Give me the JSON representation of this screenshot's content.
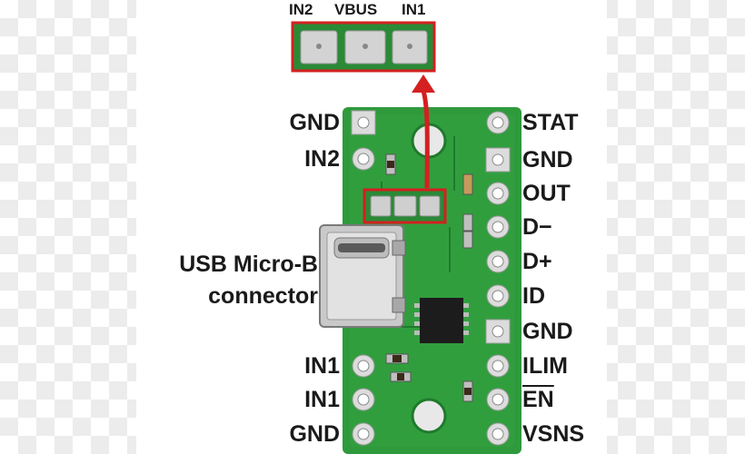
{
  "jumper_labels": [
    "IN2",
    "VBUS",
    "IN1"
  ],
  "left_pins": [
    "GND",
    "IN2",
    "IN1",
    "IN1",
    "GND"
  ],
  "connector_label": {
    "line1": "USB Micro-B",
    "line2": "connector"
  },
  "right_pins": [
    "STAT",
    "GND",
    "OUT",
    "D−",
    "D+",
    "ID",
    "GND",
    "ILIM",
    "EN",
    "VSNS"
  ],
  "colors": {
    "board": "#2f9a3c",
    "board_dark": "#1f7a2c",
    "highlight": "#d42020",
    "pad": "#d9d9d9"
  },
  "icons": [
    "usb-micro-b-connector-icon",
    "ic-chip-icon",
    "arrow-up-icon"
  ]
}
